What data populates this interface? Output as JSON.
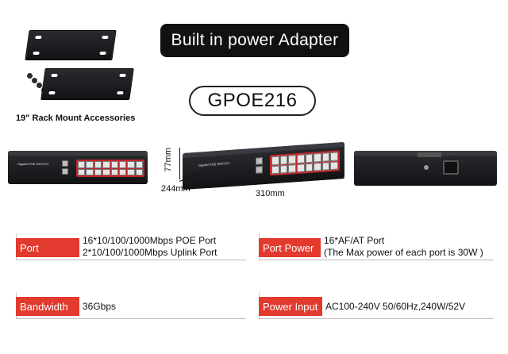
{
  "banner": {
    "title": "Built in power Adapter"
  },
  "model": {
    "name": "GPOE216"
  },
  "accessories": {
    "caption": "19\" Rack Mount Accessories"
  },
  "dimensions": {
    "height": "77mm",
    "depth": "244mm",
    "width": "310mm"
  },
  "specs": {
    "port": {
      "label": "Port",
      "lines": [
        "16*10/100/1000Mbps POE Port",
        "2*10/100/1000Mbps Uplink Port"
      ]
    },
    "port_power": {
      "label": "Port Power",
      "lines": [
        "16*AF/AT Port",
        "(The Max power of each port is 30W )"
      ]
    },
    "bandwidth": {
      "label": "Bandwidth",
      "value": "36Gbps"
    },
    "power_input": {
      "label": "Power Input",
      "value": "AC100-240V 50/60Hz,240W/52V"
    }
  },
  "colors": {
    "accent_red": "#e23a2e",
    "banner_black": "#111111"
  },
  "icons": [
    "rack-bracket-icon",
    "screw-icon",
    "switch-front-icon",
    "switch-back-icon",
    "power-socket-icon"
  ]
}
